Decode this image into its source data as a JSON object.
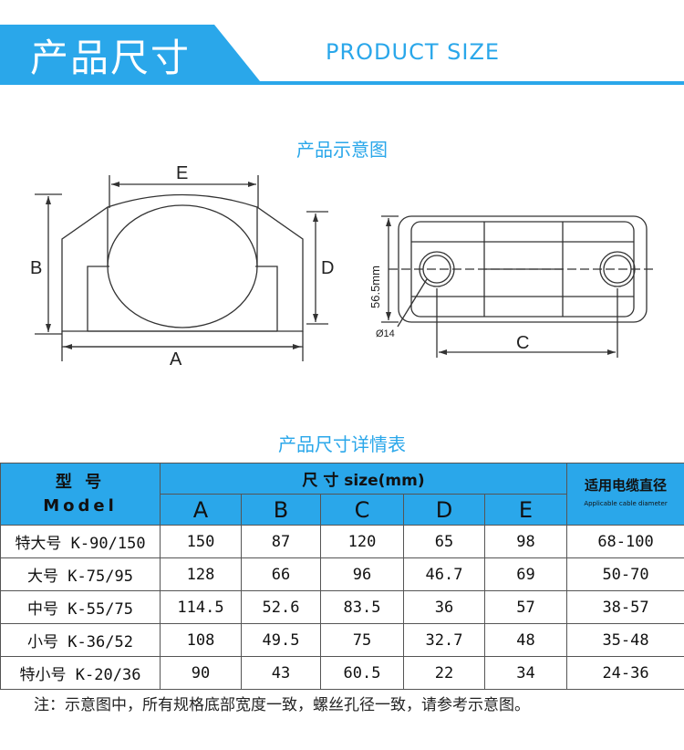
{
  "header": {
    "title": "产品尺寸",
    "subtitle": "PRODUCT SIZE"
  },
  "diagram": {
    "heading": "产品示意图",
    "labels": {
      "a": "A",
      "b": "B",
      "c": "C",
      "d": "D",
      "e": "E"
    },
    "dimension_text": "56.5mm",
    "hole_text": "Ø14"
  },
  "table": {
    "heading": "产品尺寸详情表",
    "model_header": "型  号",
    "model_header_en": "Model",
    "size_header": "尺 寸 size(mm)",
    "cable_header": "适用电缆直径",
    "cable_header_en": "Applicable cable diameter",
    "columns": [
      "A",
      "B",
      "C",
      "D",
      "E"
    ],
    "rows": [
      {
        "model": "特大号 K-90/150",
        "a": "150",
        "b": "87",
        "c": "120",
        "d": "65",
        "e": "98",
        "cable": "68-100"
      },
      {
        "model": "大号 K-75/95",
        "a": "128",
        "b": "66",
        "c": "96",
        "d": "46.7",
        "e": "69",
        "cable": "50-70"
      },
      {
        "model": "中号 K-55/75",
        "a": "114.5",
        "b": "52.6",
        "c": "83.5",
        "d": "36",
        "e": "57",
        "cable": "38-57"
      },
      {
        "model": "小号 K-36/52",
        "a": "108",
        "b": "49.5",
        "c": "75",
        "d": "32.7",
        "e": "48",
        "cable": "35-48"
      },
      {
        "model": "特小号 K-20/36",
        "a": "90",
        "b": "43",
        "c": "60.5",
        "d": "22",
        "e": "34",
        "cable": "24-36"
      }
    ]
  },
  "note": "注：示意图中，所有规格底部宽度一致，螺丝孔径一致，请参考示意图。",
  "colors": {
    "accent": "#2aa7ea",
    "line": "#333333"
  }
}
